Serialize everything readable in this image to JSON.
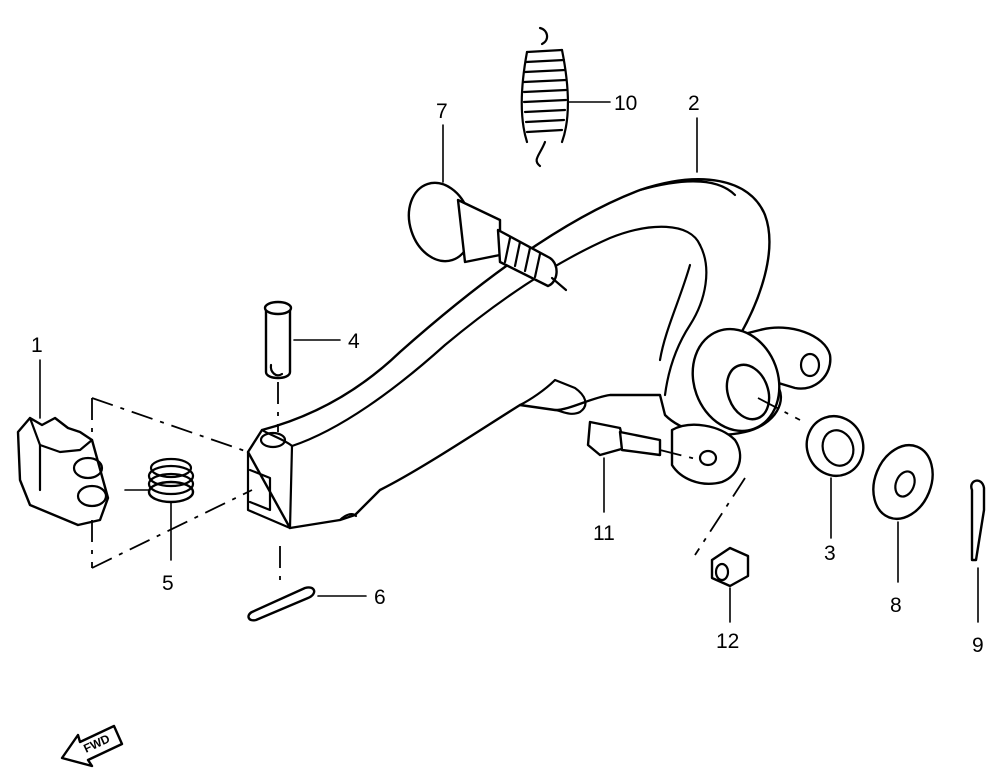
{
  "callouts": {
    "c1": "1",
    "c2": "2",
    "c3": "3",
    "c4": "4",
    "c5": "5",
    "c6": "6",
    "c7": "7",
    "c8": "8",
    "c9": "9",
    "c10": "10",
    "c11": "11",
    "c12": "12"
  },
  "direction_arrow": {
    "label": "FWD",
    "icon": "fwd-arrow-icon"
  },
  "colors": {
    "line": "#000000",
    "background": "#ffffff"
  }
}
